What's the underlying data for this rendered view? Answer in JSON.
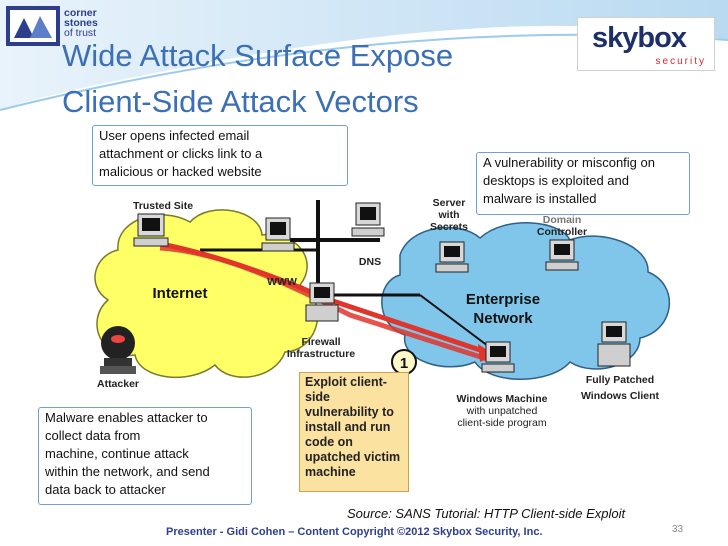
{
  "brand": {
    "left_logo_lines": [
      "corner",
      "stones",
      "of trust"
    ],
    "right_logo_main": "skybox",
    "right_logo_sub": "security"
  },
  "title": {
    "line1": "Wide Attack Surface Expose",
    "line2": "Client-Side Attack Vectors"
  },
  "callouts": {
    "user_opens": [
      "User opens infected email",
      "attachment or clicks link to a",
      "malicious or hacked website"
    ],
    "vulnerability": [
      "A vulnerability or misconfig on",
      "desktops is exploited and",
      "malware is installed"
    ],
    "malware": [
      "Malware enables attacker to",
      "collect data from",
      "machine, continue attack",
      "within the network, and send",
      "data back to attacker"
    ]
  },
  "diagram": {
    "trusted_site": "Trusted Site",
    "internet": "Internet",
    "attacker": "Attacker",
    "www": "WWW",
    "dns": "DNS",
    "firewall": [
      "Firewall",
      "Infrastructure"
    ],
    "server_secrets": [
      "Server",
      "with",
      "Secrets"
    ],
    "domain_controller": [
      "Domain",
      "Controller"
    ],
    "enterprise": [
      "Enterprise",
      "Network"
    ],
    "windows_machine": [
      "Windows Machine",
      "with unpatched",
      "client-side program"
    ],
    "fully_patched": [
      "Fully Patched",
      "Windows Client"
    ],
    "step_number": "1",
    "exploit_box": [
      "Exploit client-",
      "side",
      "vulnerability to",
      "install and run",
      "code on",
      "upatched victim",
      "machine"
    ]
  },
  "source": "Source:  SANS Tutorial:  HTTP Client-side Exploit",
  "footer": "Presenter - Gidi Cohen – Content Copyright ©2012 Skybox Security, Inc.",
  "page_number": "33",
  "colors": {
    "title": "#3b6fb6",
    "callout_border": "#6fa0d8",
    "internet_cloud": "#ffff66",
    "enterprise_cloud": "#7fc6ea",
    "attack_arrow": "#e0352b",
    "exploit_box": "#fbe2a0",
    "footer": "#2e3f8f"
  }
}
